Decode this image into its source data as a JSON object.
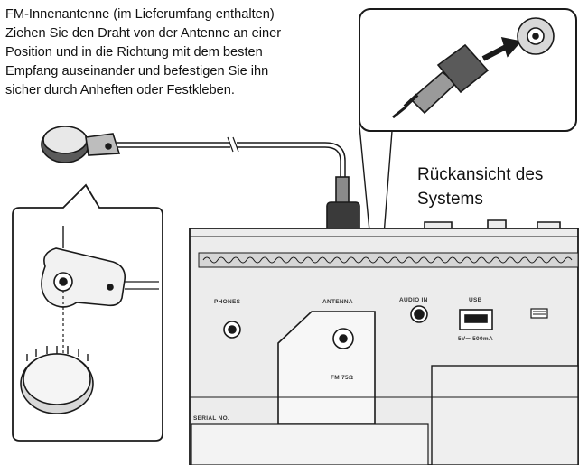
{
  "instructions": {
    "text": "FM-Innenantenne (im Lieferumfang enthalten)\nZiehen Sie den Draht von der Antenne an einer\nPosition und in die Richtung mit dem besten\nEmpfang auseinander und befestigen Sie ihn\nsicher durch Anheften oder Festkleben."
  },
  "rear_view_label": "Rückansicht des\nSystems",
  "panel": {
    "phones": "PHONES",
    "antenna": "ANTENNA",
    "audio_in": "AUDIO IN",
    "usb": "USB",
    "usb_rating": "5V⎓ 500mA",
    "fm": "FM 75Ω",
    "serial": "SERIAL NO."
  },
  "colors": {
    "line": "#1a1a1a",
    "panel_fill": "#e9e9e9",
    "dark_fill": "#3a3a3a"
  }
}
